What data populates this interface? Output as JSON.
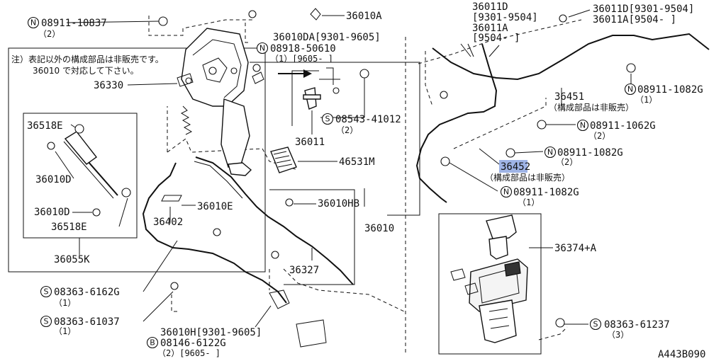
{
  "labels": {
    "l_08911_10837": "08911-10837",
    "l_08911_10837_q": "（2）",
    "l_36010A": "36010A",
    "l_36010DA": "36010DA[9301-9605]",
    "l_08918_50610": "08918-50610",
    "l_08918_50610_q": "（1）[9605-    ]",
    "l_note1": "注）表記以外の構成部品は非販売です。",
    "l_note2": "36010 で対応して下さい。",
    "l_36330": "36330",
    "l_36518E_a": "36518E",
    "l_36010D_a": "36010D",
    "l_36010D_b": "36010D",
    "l_36518E_b": "36518E",
    "l_36055K": "36055K",
    "l_08543_41012": "08543-41012",
    "l_08543_41012_q": "（2）",
    "l_36011": "36011",
    "l_46531M": "46531M",
    "l_36010E": "36010E",
    "l_36010HB": "36010HB",
    "l_36402": "36402",
    "l_36010": "36010",
    "l_36327": "36327",
    "l_08363_6162G": "08363-6162G",
    "l_08363_6162G_q": "（1）",
    "l_08363_61037": "08363-61037",
    "l_08363_61037_q": "（1）",
    "l_36010H": "36010H[9301-9605]",
    "l_08146_6122G": "08146-6122G",
    "l_08146_6122G_q": "（2）[9605-    ]",
    "l_36011D_a": "36011D",
    "l_36011D_a_r": "[9301-9504]",
    "l_36011A_a": "36011A",
    "l_36011A_a_r": "[9504-      ]",
    "l_36011D_b": "36011D[9301-9504]",
    "l_36011A_b": "36011A[9504-      ]",
    "l_08911_1082G_a": "08911-1082G",
    "l_08911_1082G_a_q": "（1）",
    "l_36451": "36451",
    "l_36451_note": "（構成部品は非販売）",
    "l_08911_1062G": "08911-1062G",
    "l_08911_1062G_q": "（2）",
    "l_08911_1082G_b": "08911-1082G",
    "l_08911_1082G_b_q": "（2）",
    "l_36452": "36452",
    "l_36452_note": "（構成部品は非販売）",
    "l_08911_1082G_c": "08911-1082G",
    "l_08911_1082G_c_q": "（1）",
    "l_36374A": "36374+A",
    "l_08363_61237": "08363-61237",
    "l_08363_61237_q": "（3）",
    "l_code": "A443B090"
  },
  "symbols": {
    "nut": "N",
    "screw": "S",
    "bolt": "B"
  },
  "colors": {
    "line": "#111111",
    "highlight": "#9fb4e6"
  }
}
